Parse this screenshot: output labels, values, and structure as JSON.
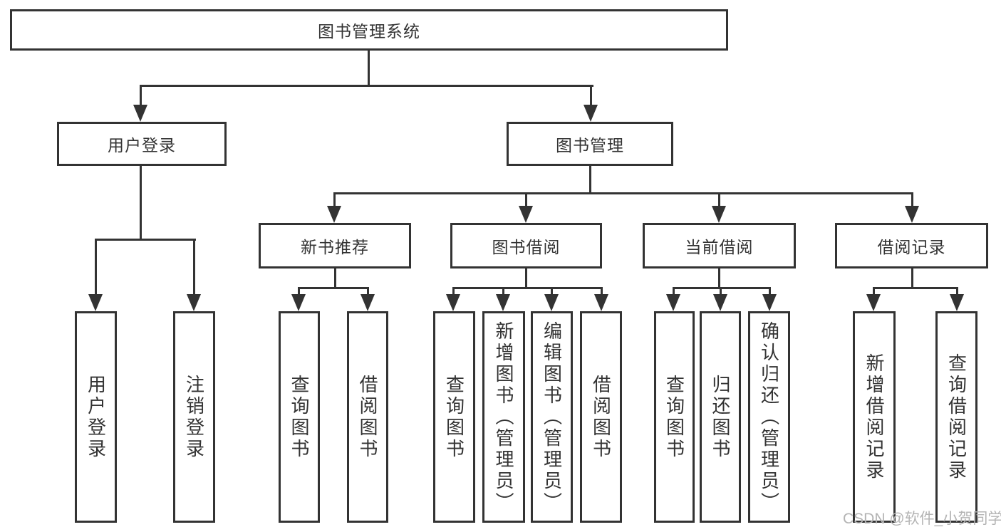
{
  "diagram": {
    "title": "图书管理系统",
    "root": {
      "label": "图书管理系统"
    },
    "level2": {
      "user_login": {
        "label": "用户登录"
      },
      "book_mgmt": {
        "label": "图书管理"
      }
    },
    "level3": {
      "new_book": {
        "label": "新书推荐"
      },
      "book_borrow": {
        "label": "图书借阅"
      },
      "current_borrow": {
        "label": "当前借阅"
      },
      "borrow_record": {
        "label": "借阅记录"
      }
    },
    "leaves": {
      "user_login": [
        "用户登录",
        "注销登录"
      ],
      "new_book": [
        "查询图书",
        "借阅图书"
      ],
      "book_borrow": [
        "查询图书",
        "新增图书（管理员）",
        "编辑图书（管理员）",
        "借阅图书"
      ],
      "current_borrow": [
        "查询图书",
        "归还图书",
        "确认归还（管理员）"
      ],
      "borrow_record": [
        "新增借阅记录",
        "查询借阅记录"
      ]
    }
  },
  "watermark": "CSDN @软件_小贺同学",
  "colors": {
    "line": "#333333",
    "text": "#333333",
    "watermark": "#b4b4b4",
    "background": "#ffffff"
  }
}
